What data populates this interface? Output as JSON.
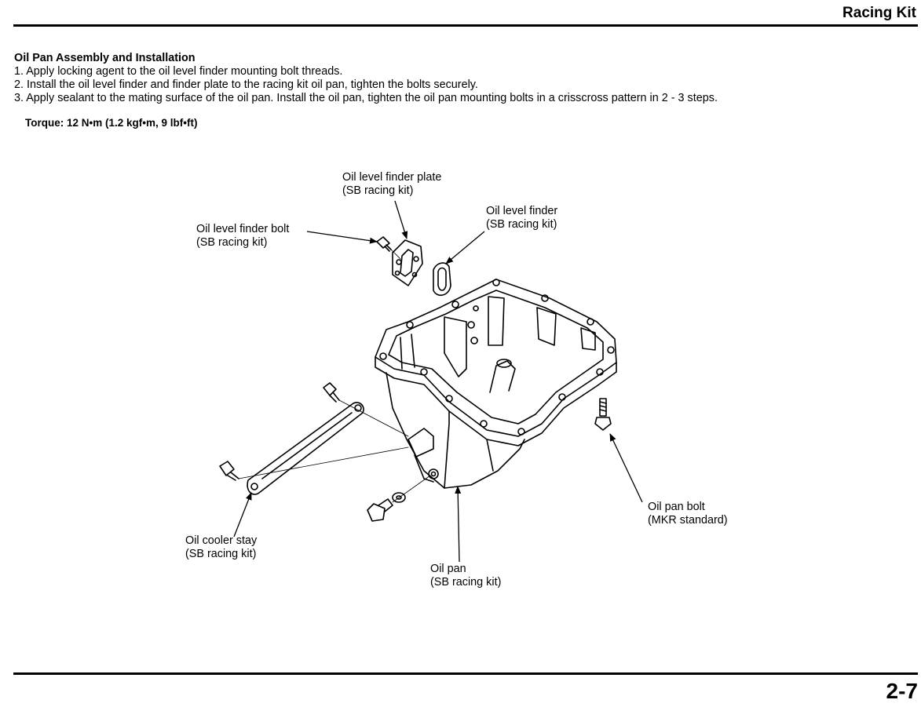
{
  "header": {
    "section_title": "Racing Kit"
  },
  "procedure": {
    "heading": "Oil Pan Assembly and Installation",
    "steps": [
      "1. Apply locking agent to the oil level finder mounting bolt threads.",
      "2. Install the oil level finder and finder plate to the racing kit oil pan, tighten the bolts securely.",
      "3. Apply sealant to the mating surface of the oil pan. Install the oil pan, tighten the oil pan mounting bolts in a crisscross pattern in 2 - 3 steps."
    ],
    "torque": "Torque: 12 N•m (1.2 kgf•m, 9 lbf•ft)"
  },
  "figure": {
    "callouts": {
      "finder_plate": {
        "line1": "Oil level finder plate",
        "line2": "(SB racing kit)"
      },
      "finder": {
        "line1": "Oil level finder",
        "line2": "(SB racing kit)"
      },
      "finder_bolt": {
        "line1": "Oil level finder bolt",
        "line2": "(SB racing kit)"
      },
      "oil_pan_bolt": {
        "line1": "Oil pan bolt",
        "line2": "(MKR standard)"
      },
      "oil_cooler_stay": {
        "line1": "Oil cooler stay",
        "line2": "(SB racing kit)"
      },
      "oil_pan": {
        "line1": "Oil pan",
        "line2": "(SB racing kit)"
      }
    }
  },
  "footer": {
    "page_number": "2-7"
  }
}
